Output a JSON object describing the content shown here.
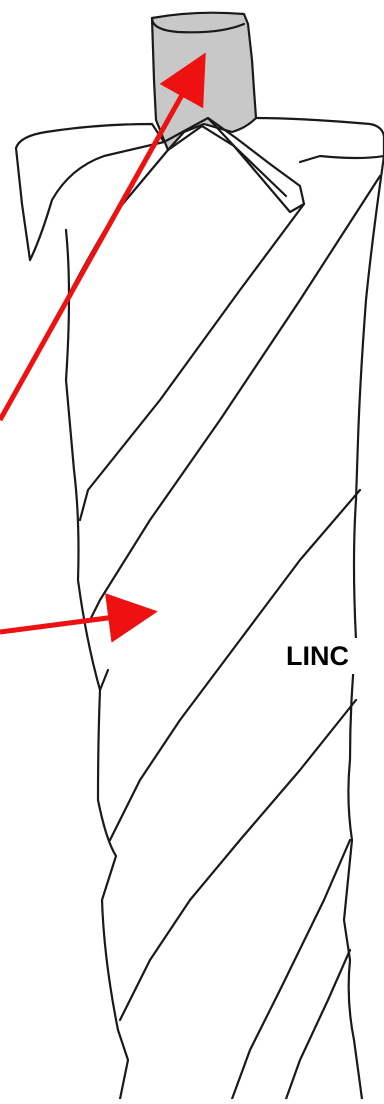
{
  "figure": {
    "label": "LINC",
    "colors": {
      "outline": "#1a1a1a",
      "shank_fill": "#c8c8c8",
      "arrow": "#ee1111",
      "background": "#ffffff"
    },
    "elements": [
      "drill-bit-body",
      "shank-stub",
      "helical-flutes",
      "pointer-arrow-shank",
      "pointer-arrow-flute"
    ]
  }
}
